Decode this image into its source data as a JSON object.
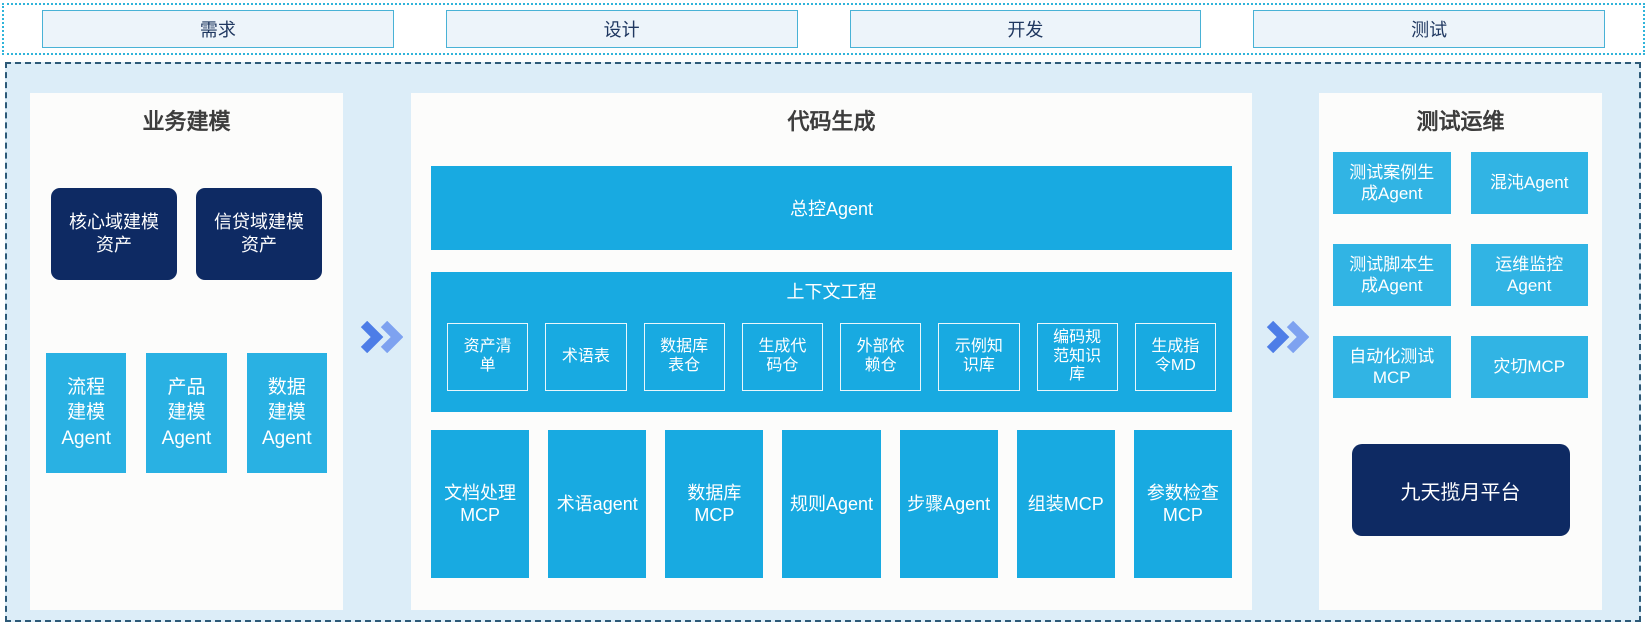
{
  "phases": [
    {
      "label": "需求"
    },
    {
      "label": "设计"
    },
    {
      "label": "开发"
    },
    {
      "label": "测试"
    }
  ],
  "business": {
    "title": "业务建模",
    "assets": [
      {
        "label": "核心域建模\n资产"
      },
      {
        "label": "信贷域建模\n资产"
      }
    ],
    "agents": [
      {
        "label": "流程\n建模\nAgent"
      },
      {
        "label": "产品\n建模\nAgent"
      },
      {
        "label": "数据\n建模\nAgent"
      }
    ]
  },
  "codegen": {
    "title": "代码生成",
    "master_agent": "总控Agent",
    "context": {
      "title": "上下文工程",
      "items": [
        {
          "label": "资产清\n单"
        },
        {
          "label": "术语表"
        },
        {
          "label": "数据库\n表仓"
        },
        {
          "label": "生成代\n码仓"
        },
        {
          "label": "外部依\n赖仓"
        },
        {
          "label": "示例知\n识库"
        },
        {
          "label": "编码规\n范知识\n库"
        },
        {
          "label": "生成指\n令MD"
        }
      ]
    },
    "mcp_agents": [
      {
        "label": "文档处理\nMCP"
      },
      {
        "label": "术语agent"
      },
      {
        "label": "数据库\nMCP"
      },
      {
        "label": "规则Agent"
      },
      {
        "label": "步骤Agent"
      },
      {
        "label": "组装MCP"
      },
      {
        "label": "参数检查\nMCP"
      }
    ]
  },
  "testops": {
    "title": "测试运维",
    "tools": [
      {
        "label": "测试案例生\n成Agent"
      },
      {
        "label": "混沌Agent"
      },
      {
        "label": "测试脚本生\n成Agent"
      },
      {
        "label": "运维监控\nAgent"
      },
      {
        "label": "自动化测试\nMCP"
      },
      {
        "label": "灾切MCP"
      }
    ],
    "platform": "九天揽月平台"
  },
  "colors": {
    "cyan_primary": "#18aae1",
    "cyan_left_agents": "#29b1e3",
    "cyan_right_boxes": "#31b4e4",
    "navy": "#0e2a63",
    "arrow_blue_dark": "#4d7de7",
    "arrow_blue_light": "#7ea2f0",
    "container_bg": "#dcedf8",
    "dashed_border": "#2d5a78",
    "dotted_border": "#2fb4da",
    "phase_box_bg": "#edf4fa",
    "phase_box_border": "#49b2d6",
    "phase_text": "#1f3760",
    "title_text": "#3d3d3d"
  }
}
